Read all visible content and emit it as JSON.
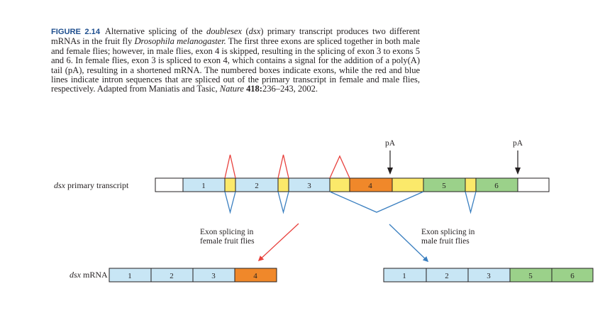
{
  "caption": {
    "figure_label": "FIGURE 2.14",
    "text_1": "Alternative splicing of the ",
    "gene_name": "doublesex",
    "text_2": " (",
    "gene_abbrev": "dsx",
    "text_3": ") primary transcript produces two different mRNAs in the fruit fly ",
    "species": "Drosophila melanogaster.",
    "text_4": " The first three exons are spliced together in both male and female flies; however, in male flies, exon 4 is skipped, resulting in the splicing of exon 3 to exons 5 and 6. In female flies, exon 3 is spliced to exon 4, which contains a signal for the addition of a poly(A) tail (pA), resulting in a shortened mRNA. The numbered boxes indicate exons, while the red and blue lines indicate intron sequences that are spliced out of the primary transcript in female and male flies, respectively. Adapted from Maniatis and Tasic, ",
    "journal": "Nature",
    "citation_volume": "418:",
    "citation_pages": "236–243, 2002."
  },
  "diagram": {
    "transcript_label_italic": "dsx",
    "transcript_label_rest": " primary transcript",
    "mrna_label_italic": "dsx",
    "mrna_label_rest": " mRNA",
    "pa_label_1": "pA",
    "pa_label_2": "pA",
    "female_label_line1": "Exon splicing in",
    "female_label_line2": "female fruit flies",
    "male_label_line1": "Exon splicing in",
    "male_label_line2": "male fruit flies",
    "transcript_exons": [
      "1",
      "2",
      "3",
      "4",
      "5",
      "6"
    ],
    "female_mrna_exons": [
      "1",
      "2",
      "3",
      "4"
    ],
    "male_mrna_exons": [
      "1",
      "2",
      "3",
      "5",
      "6"
    ]
  },
  "colors": {
    "exon_blue": "#c8e6f5",
    "intron_yellow": "#fbe96a",
    "exon_orange": "#f0882a",
    "exon_green": "#9bd18a",
    "female_red": "#e8413d",
    "male_blue": "#3a7fc0",
    "caption_label": "#1f4f8f"
  }
}
